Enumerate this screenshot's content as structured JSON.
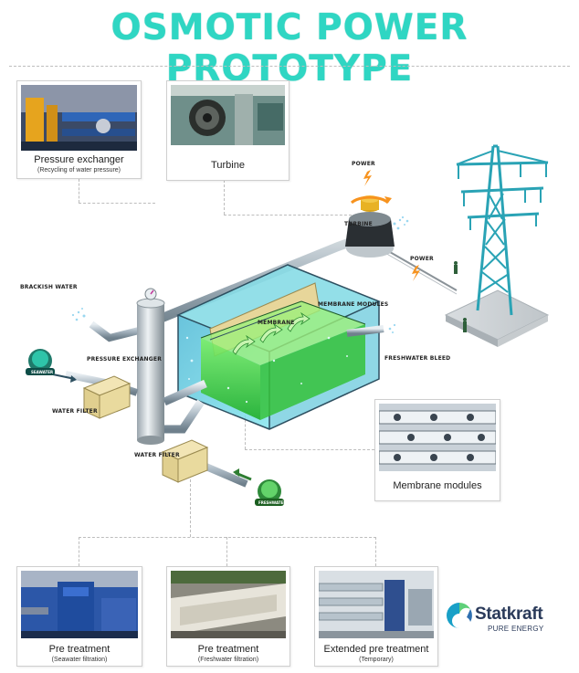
{
  "title": "OSMOTIC POWER PROTOTYPE",
  "cards": {
    "pressure_exchanger": {
      "label": "Pressure exchanger",
      "sublabel": "(Recycling of water pressure)"
    },
    "turbine": {
      "label": "Turbine"
    },
    "membrane_modules": {
      "label": "Membrane modules"
    },
    "pre_treatment_sea": {
      "label": "Pre treatment",
      "sublabel": "(Seawater filtration)"
    },
    "pre_treatment_fresh": {
      "label": "Pre treatment",
      "sublabel": "(Freshwater filtration)"
    },
    "extended_pre_treatment": {
      "label": "Extended pre treatment",
      "sublabel": "(Temporary)"
    }
  },
  "diagram_labels": {
    "power_top": "POWER",
    "turbine": "TURBINE",
    "power_line": "POWER",
    "brackish_water": "BRACKISH WATER",
    "membrane_modules": "MEMBRANE MODULES",
    "membrane": "MEMBRANE",
    "pressure_exchanger": "PRESSURE EXCHANGER",
    "freshwater_bleed": "FRESHWATER BLEED",
    "water_filter_left": "WATER FILTER",
    "water_filter_bottom": "WATER FILTER",
    "seawater": "SEAWATER",
    "freshwater": "FRESHWATER"
  },
  "logo": {
    "name": "Statkraft",
    "tagline": "PURE ENERGY"
  },
  "colors": {
    "title": "#2fd6c3",
    "pylon": "#2aa3b5",
    "membrane_green": "#39d13a",
    "tank_cyan": "#6fe0e8",
    "logo_blue": "#2a3a5a"
  }
}
